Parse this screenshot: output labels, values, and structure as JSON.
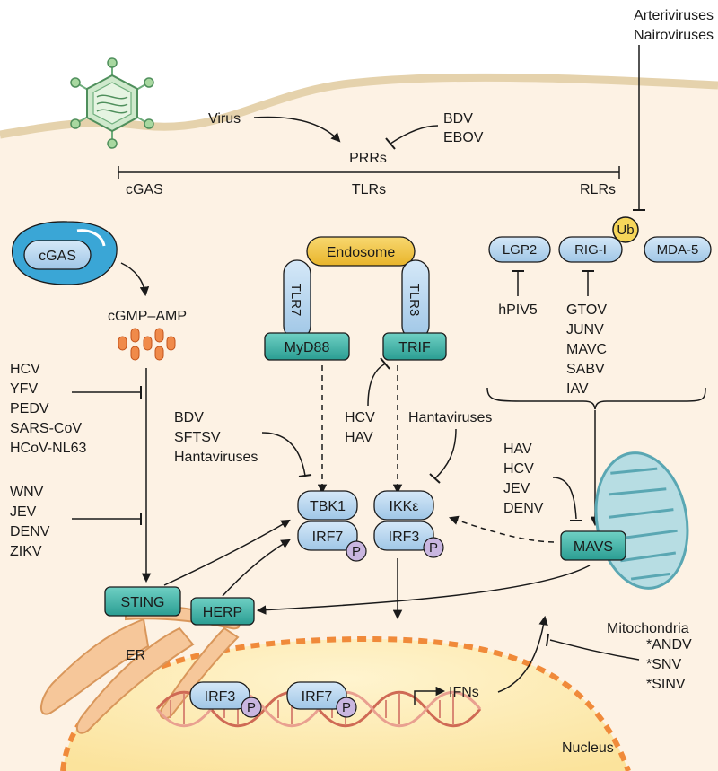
{
  "virus_input": {
    "label": "Virus",
    "inhibitors": [
      "BDV",
      "EBOV"
    ]
  },
  "prrs": {
    "label": "PRRs",
    "left": "cGAS",
    "middle": "TLRs",
    "right": "RLRs"
  },
  "arteri": [
    "Arteriviruses",
    "Nairoviruses"
  ],
  "ub": "Ub",
  "rlr": {
    "lgp2": "LGP2",
    "rig1": "RIG-I",
    "mda5": "MDA-5",
    "hpiv5": "hPIV5",
    "rig_inhibitors": [
      "GTOV",
      "JUNV",
      "MAVC",
      "SABV",
      "IAV"
    ]
  },
  "cgas": {
    "label": "cGAS",
    "product": "cGMP–AMP"
  },
  "cgas_inhib": [
    "HCV",
    "YFV",
    "PEDV",
    "SARS-CoV",
    "HCoV-NL63"
  ],
  "sting_inhib": [
    "WNV",
    "JEV",
    "DENV",
    "ZIKV"
  ],
  "tlr": {
    "endosome": "Endosome",
    "tlr7": "TLR7",
    "tlr3": "TLR3",
    "myd88": "MyD88",
    "trif": "TRIF"
  },
  "trif_inhib": [
    "HCV",
    "HAV"
  ],
  "tbk_inhib": [
    "BDV",
    "SFTSV",
    "Hantaviruses"
  ],
  "ikk_inhib": "Hantaviruses",
  "kinases": {
    "tbk1": "TBK1",
    "irf7": "IRF7",
    "ikke": "IKKε",
    "irf3": "IRF3",
    "p": "P"
  },
  "mavs_inhib": [
    "HAV",
    "HCV",
    "JEV",
    "DENV"
  ],
  "mavs": "MAVS",
  "mito": "Mitochondria",
  "sting": "STING",
  "herp": "HERP",
  "er": "ER",
  "nucleus": {
    "label": "Nucleus",
    "irf3": "IRF3",
    "irf7": "IRF7",
    "p": "P",
    "ifns": "IFNs"
  },
  "ifn_inhib": [
    "*ANDV",
    "*SNV",
    "*SINV"
  ],
  "colors": {
    "blue": "#b9d6ef",
    "teal": "#3bb3a8",
    "gold": "#f2c43d",
    "orange": "#ef7f3a",
    "purple": "#c9b6e0",
    "dna": "#e07f6a"
  }
}
